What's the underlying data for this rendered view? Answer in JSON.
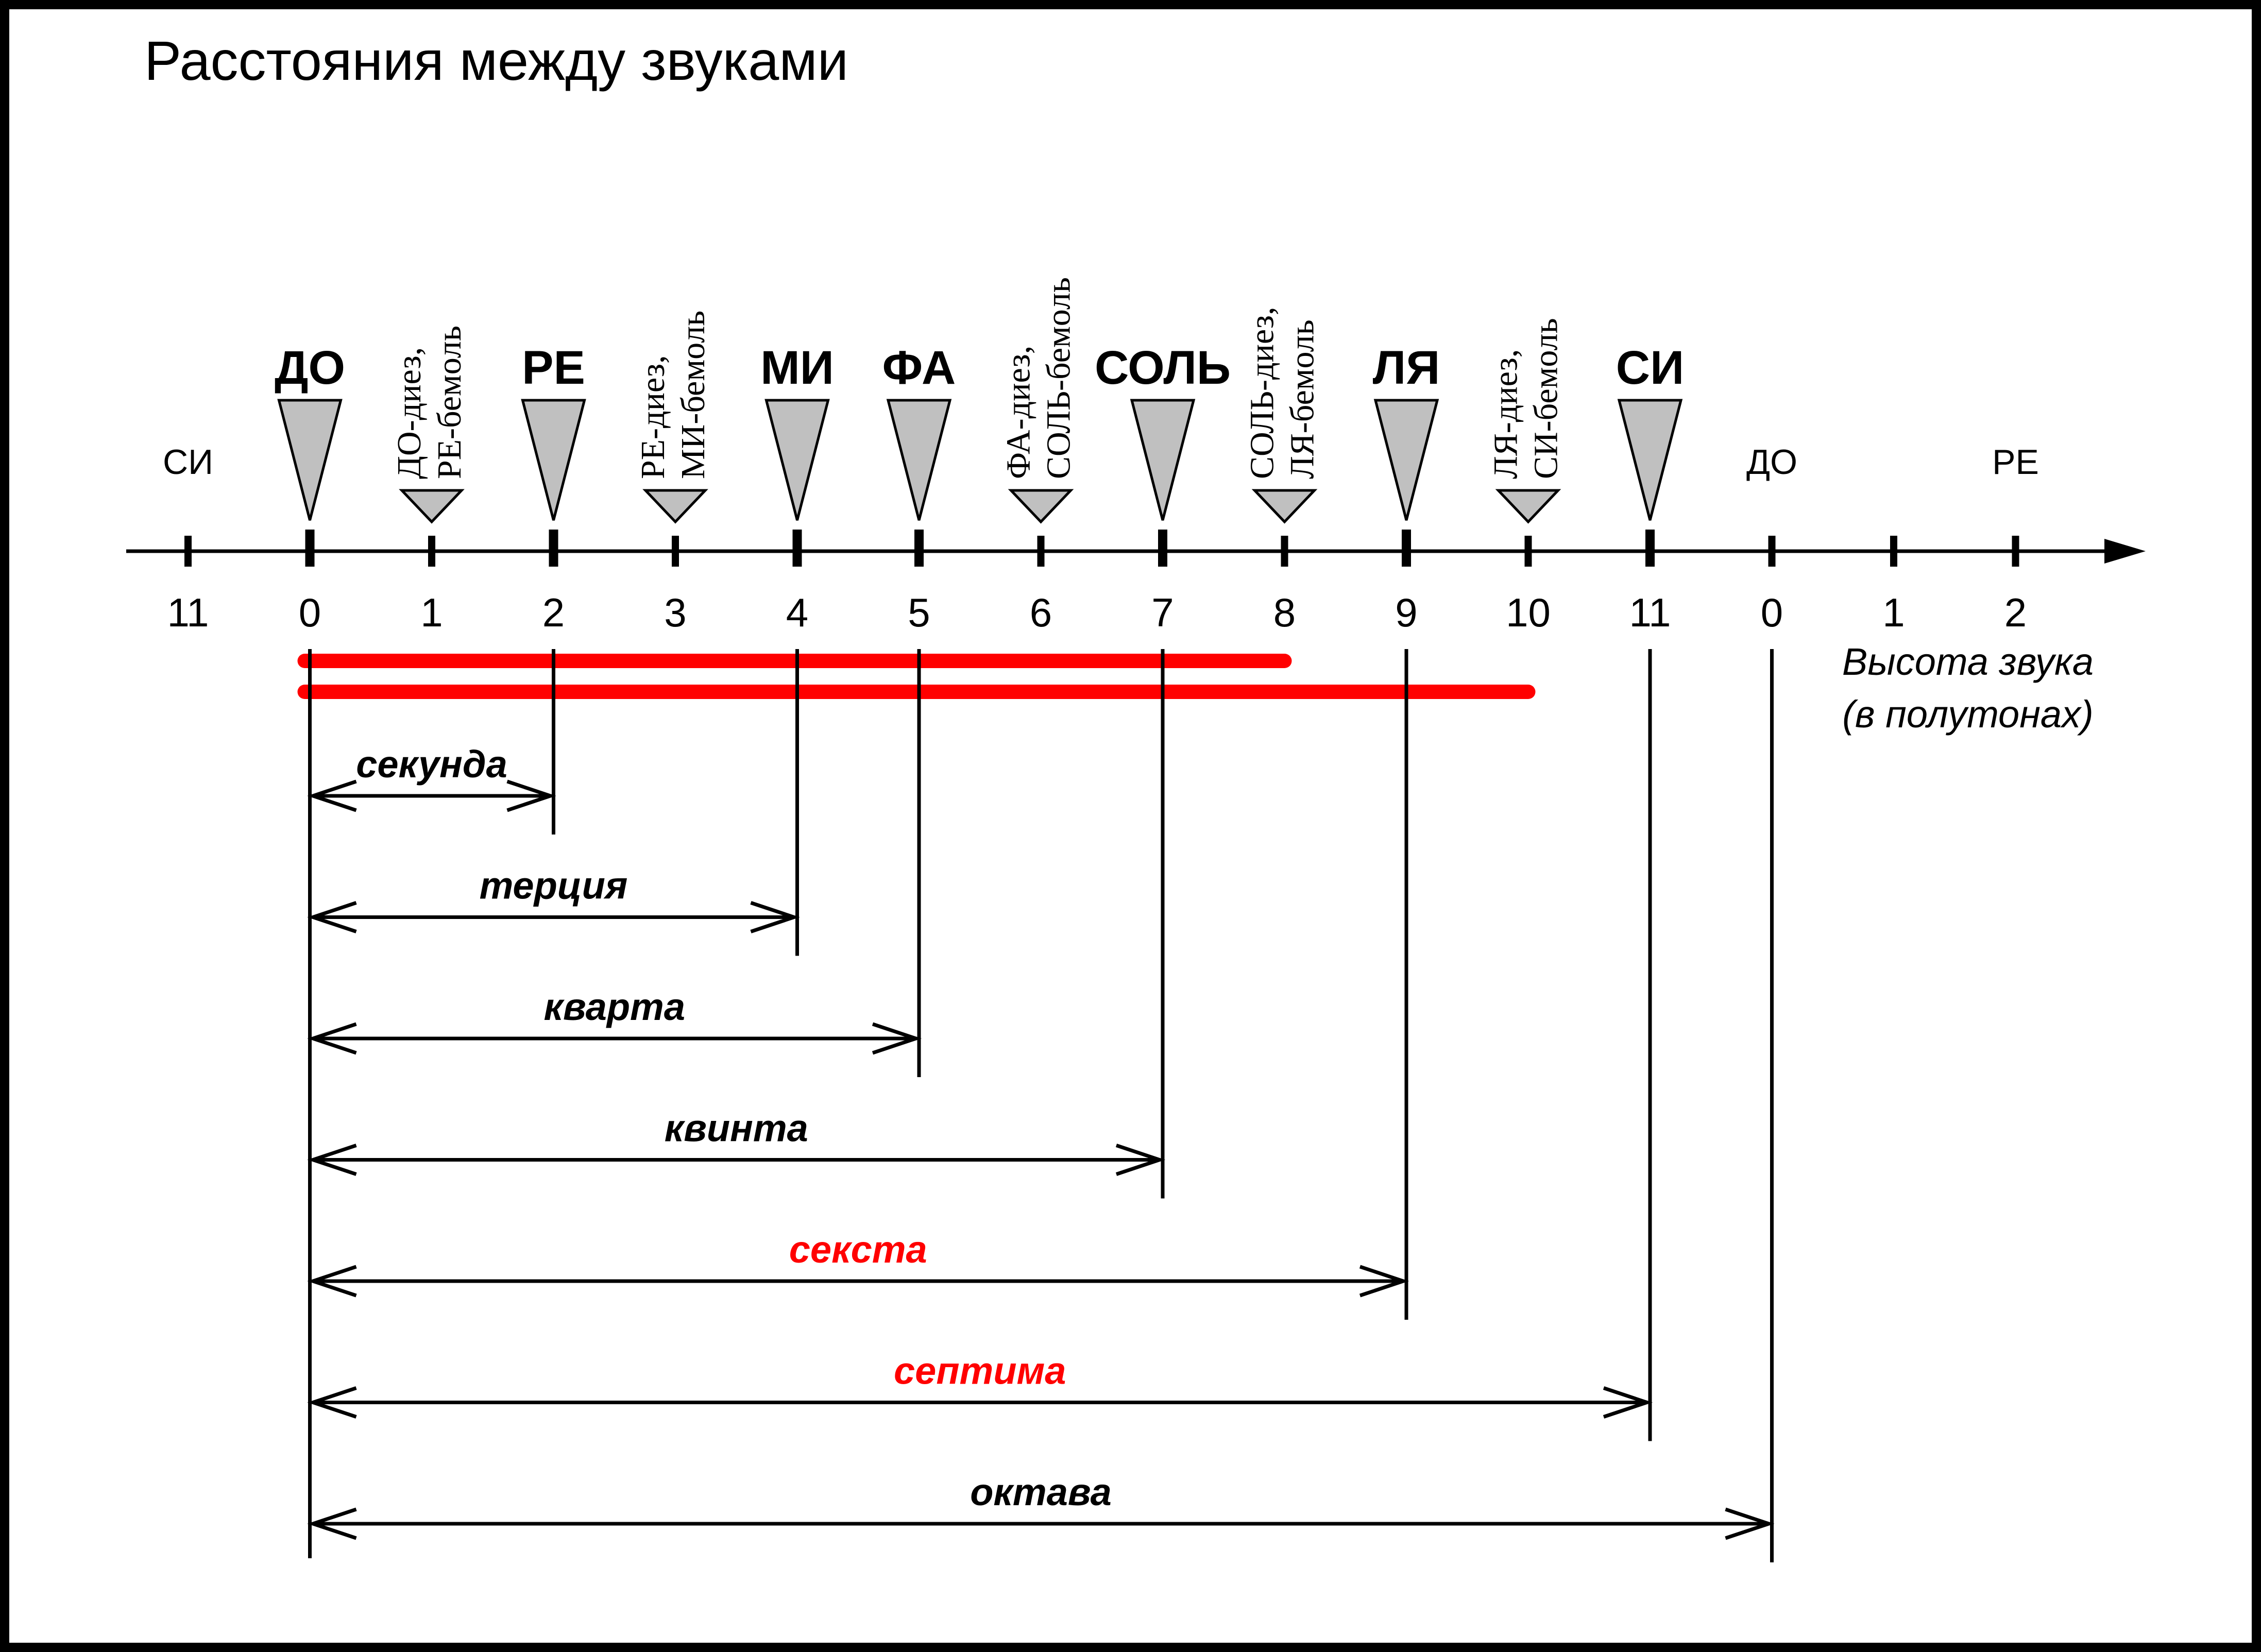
{
  "title": "Расстояния между звуками",
  "axis_label_line1": "Высота звука",
  "axis_label_line2": "(в полутонах)",
  "ticks": [
    {
      "value": "11",
      "name": "СИ",
      "kind": "small"
    },
    {
      "value": "0",
      "name": "ДО",
      "kind": "big"
    },
    {
      "value": "1",
      "name": [
        "ДО-диез,",
        "РЕ-бемоль"
      ],
      "kind": "accidental"
    },
    {
      "value": "2",
      "name": "РЕ",
      "kind": "big"
    },
    {
      "value": "3",
      "name": [
        "РЕ-диез,",
        "МИ-бемоль"
      ],
      "kind": "accidental"
    },
    {
      "value": "4",
      "name": "МИ",
      "kind": "big"
    },
    {
      "value": "5",
      "name": "ФА",
      "kind": "big"
    },
    {
      "value": "6",
      "name": [
        "ФА-диез,",
        "СОЛЬ-бемоль"
      ],
      "kind": "accidental"
    },
    {
      "value": "7",
      "name": "СОЛЬ",
      "kind": "big"
    },
    {
      "value": "8",
      "name": [
        "СОЛЬ-диез,",
        "ЛЯ-бемоль"
      ],
      "kind": "accidental"
    },
    {
      "value": "9",
      "name": "ЛЯ",
      "kind": "big"
    },
    {
      "value": "10",
      "name": [
        "ЛЯ-диез,",
        "СИ-бемоль"
      ],
      "kind": "accidental"
    },
    {
      "value": "11",
      "name": "СИ",
      "kind": "big"
    },
    {
      "value": "0",
      "name": "ДО",
      "kind": "small"
    },
    {
      "value": "1",
      "name": "",
      "kind": "none"
    },
    {
      "value": "2",
      "name": "РЕ",
      "kind": "small"
    }
  ],
  "highlight_bars": [
    {
      "from": 0,
      "to": 8
    },
    {
      "from": 0,
      "to": 10
    }
  ],
  "intervals": [
    {
      "name": "секунда",
      "semitones": 2,
      "highlight": false
    },
    {
      "name": "терция",
      "semitones": 4,
      "highlight": false
    },
    {
      "name": "кварта",
      "semitones": 5,
      "highlight": false
    },
    {
      "name": "квинта",
      "semitones": 7,
      "highlight": false
    },
    {
      "name": "секста",
      "semitones": 9,
      "highlight": true
    },
    {
      "name": "септима",
      "semitones": 11,
      "highlight": true
    },
    {
      "name": "октава",
      "semitones": 12,
      "highlight": false
    }
  ],
  "colors": {
    "ink": "#000000",
    "accent": "#ff0000",
    "triangle_fill": "#c0c0c0",
    "background": "#ffffff"
  }
}
